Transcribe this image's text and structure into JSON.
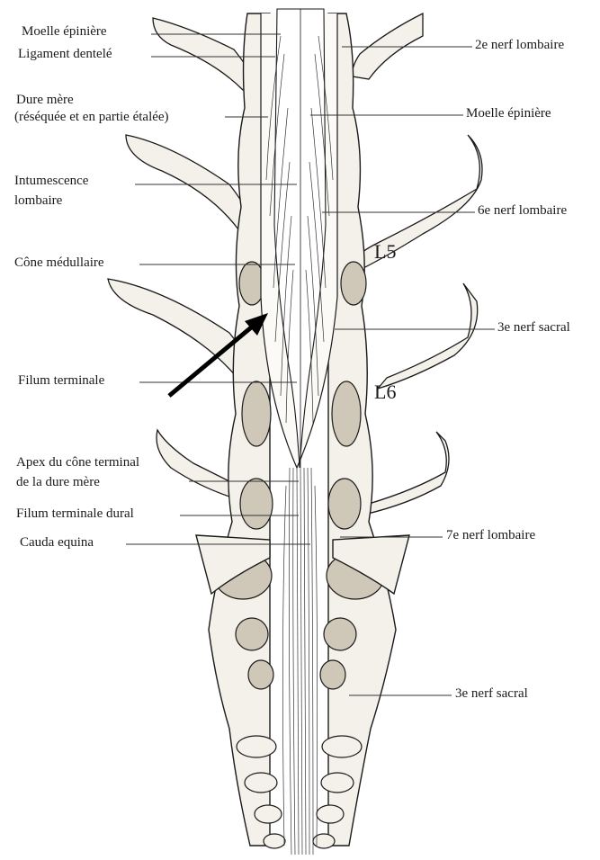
{
  "labels": {
    "left": {
      "moelle_epiniere": "Moelle épinière",
      "ligament_dentele": "Ligament dentelé",
      "dure_mere_1": "Dure mère",
      "dure_mere_2": "(réséquée et en partie étalée)",
      "intumescence_1": "Intumescence",
      "intumescence_2": "lombaire",
      "cone_medullaire": "Cône médullaire",
      "filum_terminale": "Filum terminale",
      "apex_1": "Apex du cône terminal",
      "apex_2": "de la dure mère",
      "filum_terminale_dural": "Filum terminale dural",
      "cauda_equina": "Cauda equina"
    },
    "right": {
      "nerf_lombaire_2": "2e nerf lombaire",
      "moelle_epiniere": "Moelle épinière",
      "nerf_lombaire_6": "6e nerf lombaire",
      "nerf_sacral_3_upper": "3e nerf sacral",
      "nerf_lombaire_7": "7e nerf lombaire",
      "nerf_sacral_3_lower": "3e nerf sacral"
    },
    "vertebrae": {
      "l5": "L5",
      "l6": "L6"
    }
  },
  "colors": {
    "ink": "#1a1a1a",
    "bone_fill": "#f4f1ea",
    "spongy": "#cfc8b8",
    "leader": "#333333",
    "arrow": "#000000"
  }
}
